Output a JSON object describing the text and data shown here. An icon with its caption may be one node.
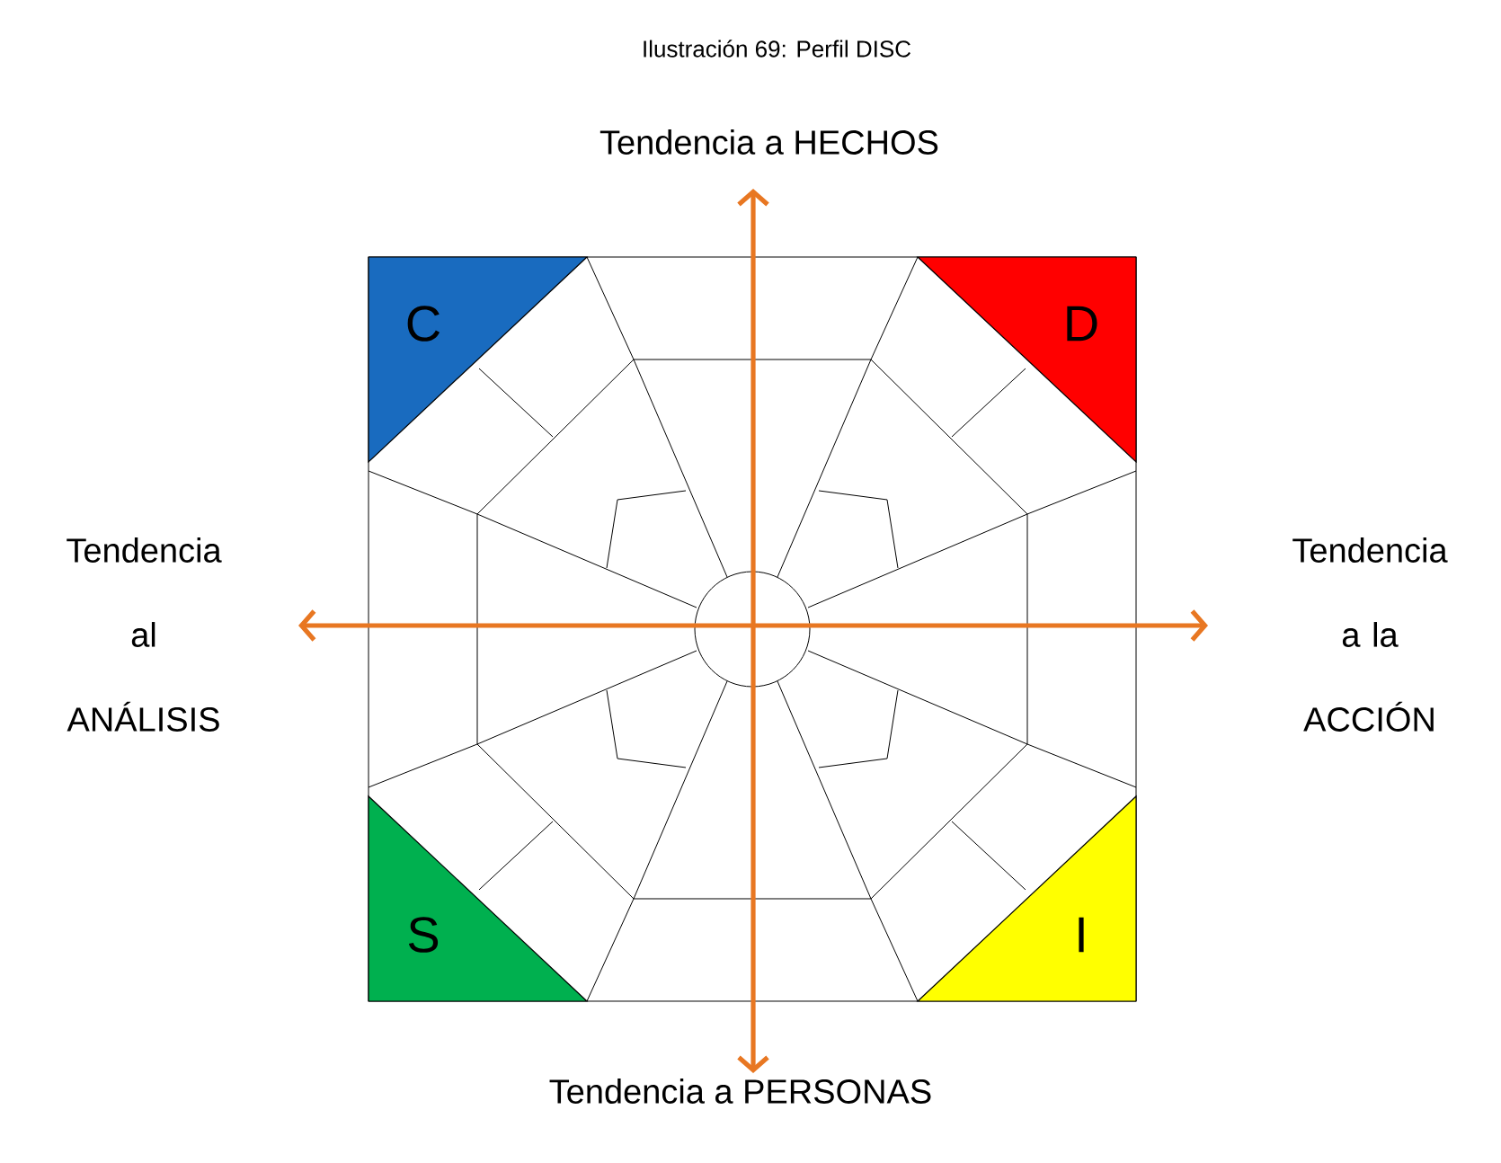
{
  "diagram": {
    "title": "Ilustración 69: Perfil DISC",
    "nodes": [
      {
        "text": [
          "C"
        ]
      },
      {
        "text": [
          "D"
        ]
      },
      {
        "text": [
          "S"
        ]
      },
      {
        "text": [
          "I"
        ]
      }
    ],
    "labels": [
      "Tendencia a HECHOS",
      "Tendencia al ANÁLISIS",
      "Tendencia a la ACCIÓN",
      "Tendencia a PERSONAS"
    ]
  }
}
